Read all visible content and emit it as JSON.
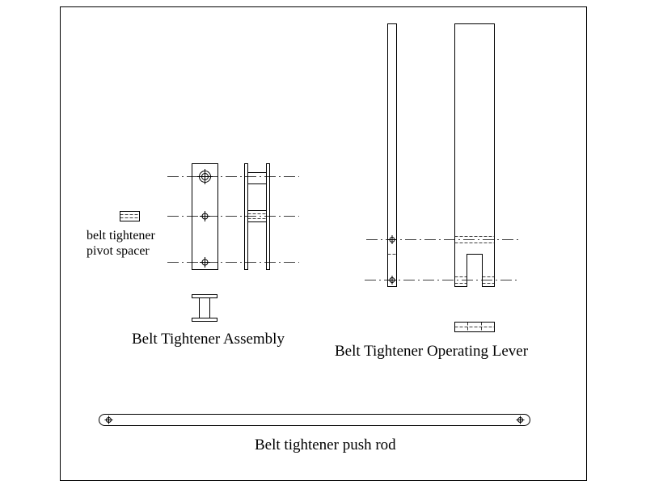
{
  "labels": {
    "assembly": "Belt Tightener Assembly",
    "spacer_line1": "belt tightener",
    "spacer_line2": "pivot spacer",
    "lever": "Belt Tightener Operating Lever",
    "push_rod": "Belt tightener push rod"
  },
  "colors": {
    "ink": "#000000",
    "paper": "#ffffff"
  }
}
